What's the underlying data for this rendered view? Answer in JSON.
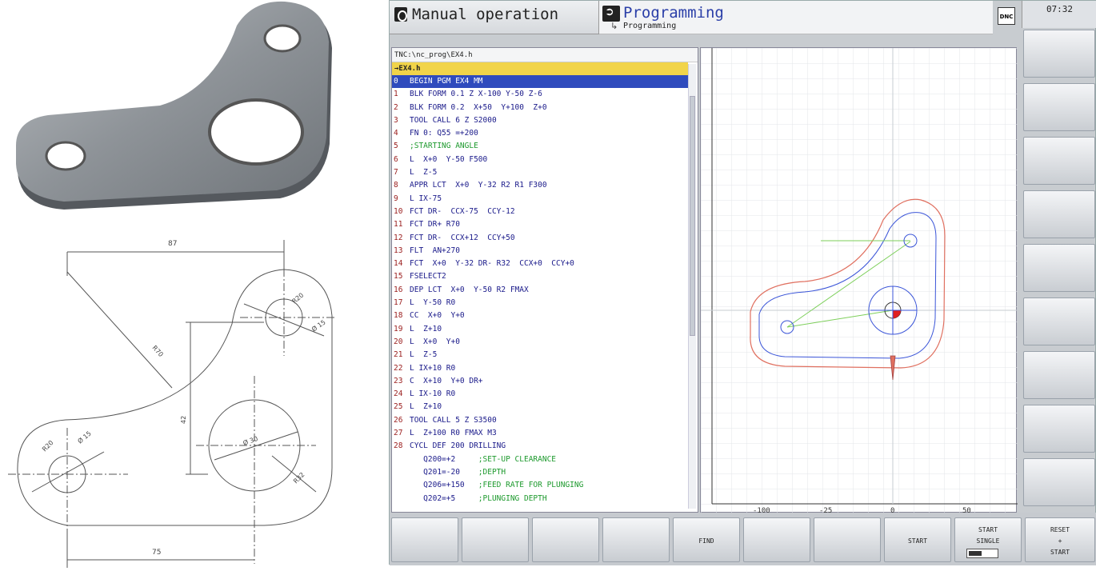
{
  "drawing": {
    "dims": {
      "d87": "87",
      "d75": "75",
      "r70": "R70",
      "r20": "R20",
      "d15": "Ø 15",
      "d30": "Ø 30",
      "r32": "R32",
      "r20b": "R20",
      "d15b": "Ø 15",
      "d42": "42"
    }
  },
  "tnc": {
    "header": {
      "manual_label": "Manual operation",
      "programming_label": "Programming",
      "programming_sub": "Programming",
      "dnc_badge": "DNC",
      "time": "07:32"
    },
    "program": {
      "path": "TNC:\\nc_prog\\EX4.h",
      "file": "→EX4.h",
      "lines": [
        {
          "n": "0",
          "code": "BEGIN PGM EX4 MM",
          "comment": "",
          "selected": true
        },
        {
          "n": "1",
          "code": "BLK FORM 0.1 Z X-100 Y-50 Z-6",
          "comment": ""
        },
        {
          "n": "2",
          "code": "BLK FORM 0.2  X+50  Y+100  Z+0",
          "comment": ""
        },
        {
          "n": "3",
          "code": "TOOL CALL 6 Z S2000",
          "comment": ""
        },
        {
          "n": "4",
          "code": "FN 0: Q55 =+200",
          "comment": ""
        },
        {
          "n": "5",
          "code": "",
          "comment": ";STARTING ANGLE"
        },
        {
          "n": "6",
          "code": "L  X+0  Y-50 F500",
          "comment": ""
        },
        {
          "n": "7",
          "code": "L  Z-5",
          "comment": ""
        },
        {
          "n": "8",
          "code": "APPR LCT  X+0  Y-32 R2 R1 F300",
          "comment": ""
        },
        {
          "n": "9",
          "code": "L IX-75",
          "comment": ""
        },
        {
          "n": "10",
          "code": "FCT DR-  CCX-75  CCY-12",
          "comment": ""
        },
        {
          "n": "11",
          "code": "FCT DR+ R70",
          "comment": ""
        },
        {
          "n": "12",
          "code": "FCT DR-  CCX+12  CCY+50",
          "comment": ""
        },
        {
          "n": "13",
          "code": "FLT  AN+270",
          "comment": ""
        },
        {
          "n": "14",
          "code": "FCT  X+0  Y-32 DR- R32  CCX+0  CCY+0",
          "comment": ""
        },
        {
          "n": "15",
          "code": "FSELECT2",
          "comment": ""
        },
        {
          "n": "16",
          "code": "DEP LCT  X+0  Y-50 R2 FMAX",
          "comment": ""
        },
        {
          "n": "17",
          "code": "L  Y-50 R0",
          "comment": ""
        },
        {
          "n": "18",
          "code": "CC  X+0  Y+0",
          "comment": ""
        },
        {
          "n": "19",
          "code": "L  Z+10",
          "comment": ""
        },
        {
          "n": "20",
          "code": "L  X+0  Y+0",
          "comment": ""
        },
        {
          "n": "21",
          "code": "L  Z-5",
          "comment": ""
        },
        {
          "n": "22",
          "code": "L IX+10 R0",
          "comment": ""
        },
        {
          "n": "23",
          "code": "C  X+10  Y+0 DR+",
          "comment": ""
        },
        {
          "n": "24",
          "code": "L IX-10 R0",
          "comment": ""
        },
        {
          "n": "25",
          "code": "L  Z+10",
          "comment": ""
        },
        {
          "n": "26",
          "code": "TOOL CALL 5 Z S3500",
          "comment": ""
        },
        {
          "n": "27",
          "code": "L  Z+100 R0 FMAX M3",
          "comment": ""
        },
        {
          "n": "28",
          "code": "CYCL DEF 200 DRILLING",
          "comment": ""
        },
        {
          "n": "",
          "code": "   Q200=+2     ",
          "comment": ";SET-UP CLEARANCE"
        },
        {
          "n": "",
          "code": "   Q201=-20    ",
          "comment": ";DEPTH"
        },
        {
          "n": "",
          "code": "   Q206=+150   ",
          "comment": ";FEED RATE FOR PLUNGING"
        },
        {
          "n": "",
          "code": "   Q202=+5     ",
          "comment": ";PLUNGING DEPTH"
        }
      ]
    },
    "graphics": {
      "x_ticks": [
        "-100",
        "-25",
        "0",
        "50"
      ]
    },
    "softkeys": {
      "bottom": [
        "",
        "",
        "",
        "",
        "FIND",
        "",
        "",
        "START",
        "START SINGLE",
        "RESET + START"
      ],
      "start_single_top": "START",
      "start_single_mid": "SINGLE",
      "reset_top": "RESET",
      "reset_mid": "+",
      "reset_bot": "START",
      "find": "FIND",
      "start": "START"
    }
  }
}
